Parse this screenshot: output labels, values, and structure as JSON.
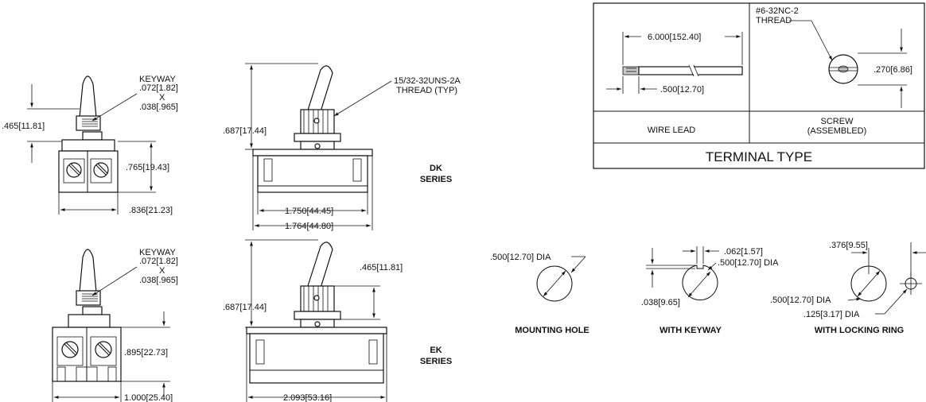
{
  "colors": {
    "line": "#111111",
    "background": "#ffffff"
  },
  "dk_side": {
    "keyway_label": "KEYWAY",
    "keyway_w": ".072[1.82]",
    "keyway_x": "X",
    "keyway_d": ".038[.965]",
    "bushing_h": ".465[11.81]",
    "body_h": ".765[19.43]",
    "body_w": ".836[21.23]"
  },
  "dk_front": {
    "thread_label": "15/32-32UNS-2A",
    "thread_typ": "THREAD (TYP)",
    "height": ".687[17.44]",
    "inner_w": "1.750[44.45]",
    "outer_w": "1.764[44.80]"
  },
  "dk_series": {
    "line1": "DK",
    "line2": "SERIES"
  },
  "ek_side": {
    "keyway_label": "KEYWAY",
    "keyway_w": ".072[1.82]",
    "keyway_x": "X",
    "keyway_d": ".038[.965]",
    "body_h": ".895[22.73]",
    "body_w": "1.000[25.40]"
  },
  "ek_front": {
    "height": ".687[17.44]",
    "bushing_h": ".465[11.81]",
    "width": "2.093[53.16]"
  },
  "ek_series": {
    "line1": "EK",
    "line2": "SERIES"
  },
  "terminal_table": {
    "wire_length": "6.000[152.40]",
    "wire_strip": ".500[12.70]",
    "thread_line1": "#6-32NC-2",
    "thread_line2": "THREAD",
    "screw_dim": ".270[6.86]",
    "wire_caption": "WIRE LEAD",
    "screw_caption_1": "SCREW",
    "screw_caption_2": "(ASSEMBLED)",
    "title": "TERMINAL TYPE"
  },
  "mounting_hole": {
    "dia": ".500[12.70] DIA",
    "caption": "MOUNTING HOLE"
  },
  "with_keyway": {
    "keyway_w": ".062[1.57]",
    "dia": ".500[12.70] DIA",
    "depth": ".038[9.65]",
    "caption": "WITH KEYWAY"
  },
  "with_locking_ring": {
    "offset": ".376[9.55]",
    "dia": ".500[12.70] DIA",
    "ring_dia": ".125[3.17] DIA",
    "caption": "WITH LOCKING RING"
  }
}
